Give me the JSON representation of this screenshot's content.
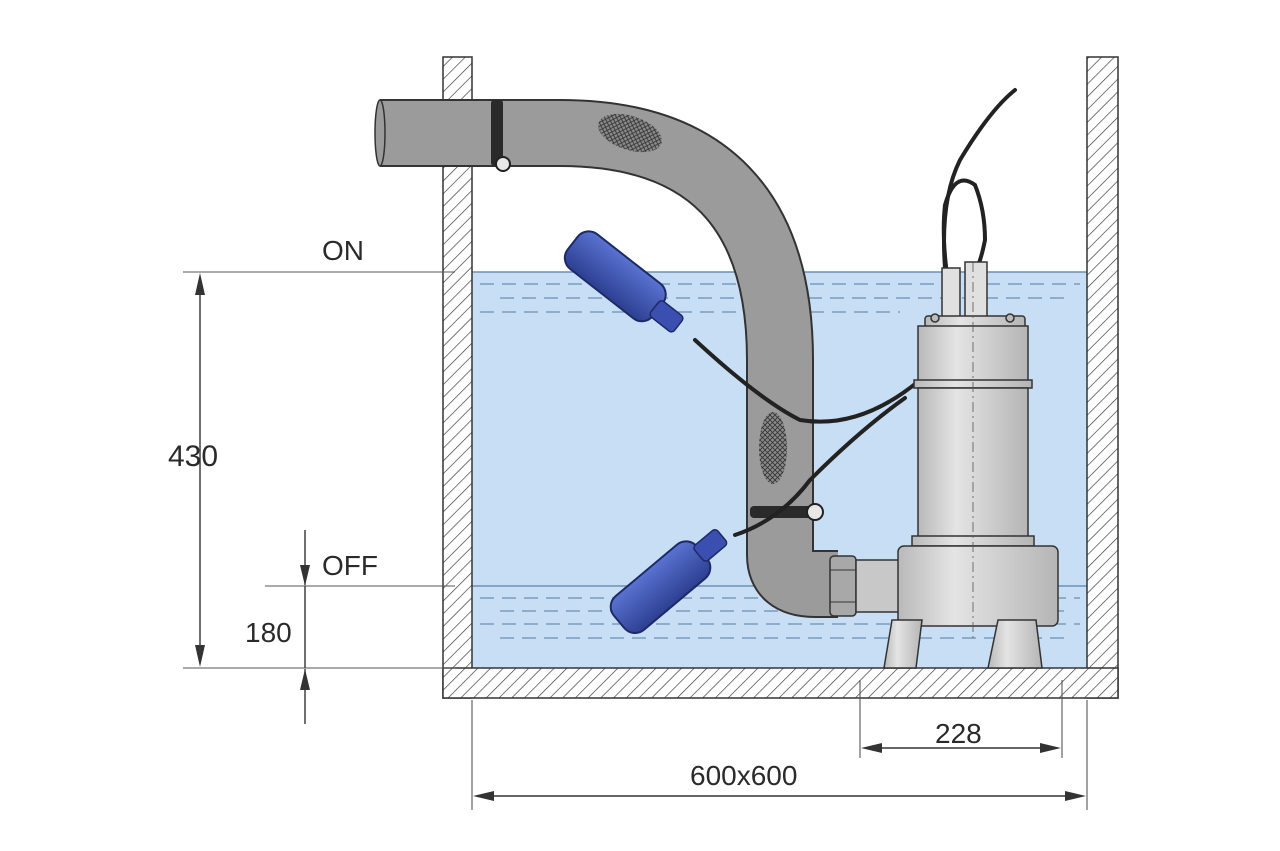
{
  "diagram": {
    "labels": {
      "on": "ON",
      "off": "OFF",
      "height_on": "430",
      "height_off": "180",
      "pump_offset": "228",
      "pit_size": "600x600"
    },
    "colors": {
      "water": "#c7def5",
      "water_line": "#6d8fb3",
      "pipe": "#9b9b9b",
      "pipe_outline": "#333333",
      "float": "#3d56b5",
      "pump_body": "#d3d3d3",
      "cable": "#222222",
      "wall_hatch": "#333333"
    }
  }
}
